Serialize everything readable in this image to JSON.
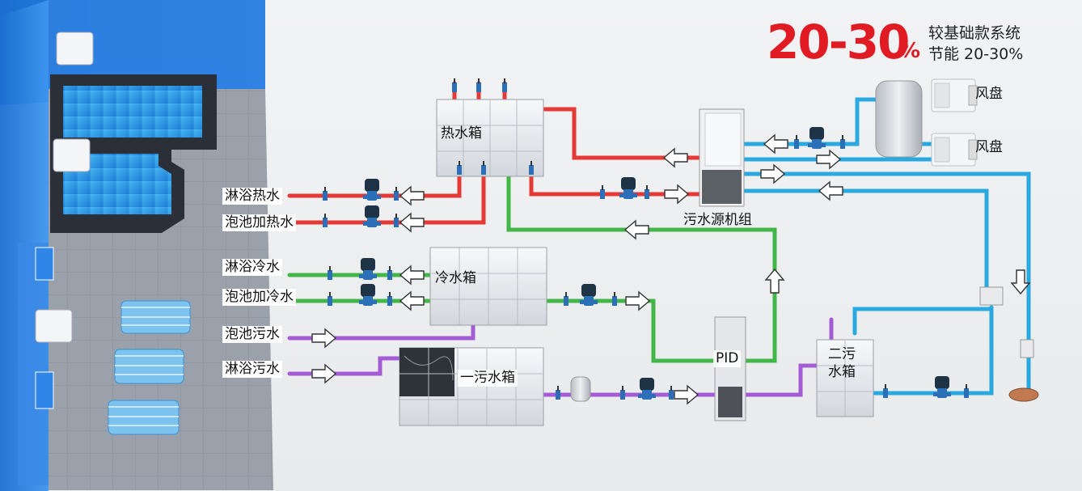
{
  "headline": {
    "percent": "20-30",
    "percent_sign": "%",
    "line1": "较基础款系统",
    "line2": "节能 20-30%"
  },
  "labels": {
    "shower_hot": "淋浴热水",
    "pool_hot": "泡池加热水",
    "shower_cold": "淋浴冷水",
    "pool_cold": "泡池加冷水",
    "pool_sewage": "泡池污水",
    "shower_sewage": "淋浴污水",
    "hot_tank": "热水箱",
    "cold_tank": "冷水箱",
    "sewage_tank1": "一污水箱",
    "sewage_tank2_l1": "二污",
    "sewage_tank2_l2": "水箱",
    "heat_pump": "污水源机组",
    "pid": "PID",
    "fan_coil_1": "风盘",
    "fan_coil_2": "风盘"
  },
  "colors": {
    "hot_pipe": "#e53935",
    "cold_pipe": "#43b649",
    "sewage_pipe": "#a35bd6",
    "chilled_pipe": "#29a9e0",
    "accent": "#e01b23"
  },
  "icons": [
    "pump-icon",
    "valve-icon",
    "flow-arrow-icon",
    "fan-coil-icon",
    "filter-icon",
    "floor-drain-icon"
  ]
}
